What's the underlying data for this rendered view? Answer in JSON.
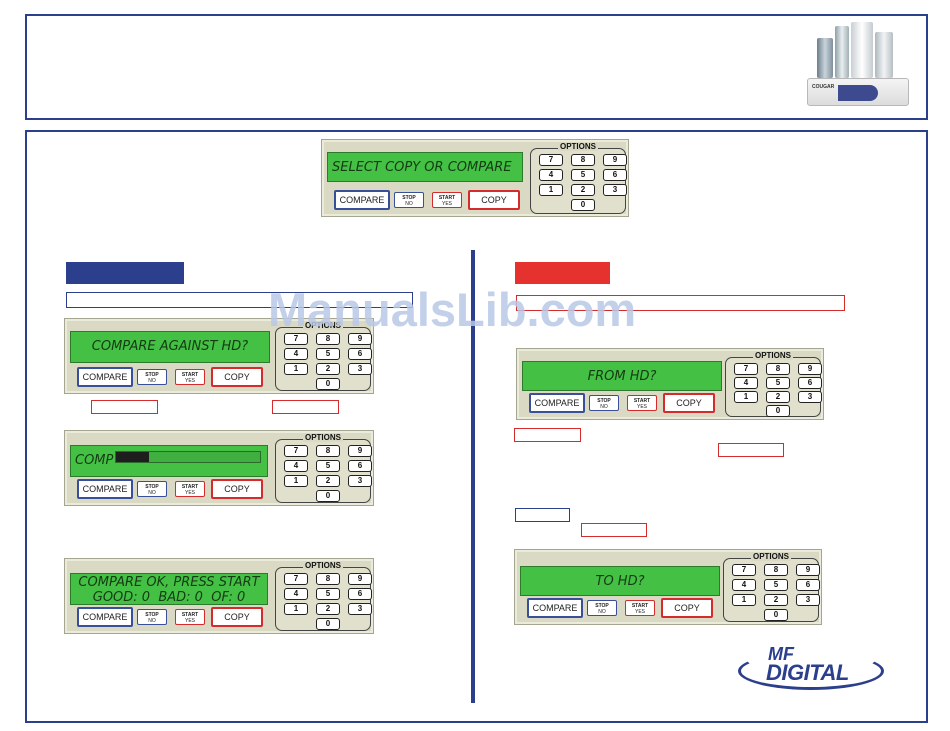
{
  "panel": {
    "compare_label": "COMPARE",
    "stop_top": "STOP",
    "stop_bottom": "NO",
    "start_top": "START",
    "start_bottom": "YES",
    "copy_label": "COPY",
    "options_label": "OPTIONS",
    "keys": [
      "7",
      "8",
      "9",
      "4",
      "5",
      "6",
      "1",
      "2",
      "3",
      "0"
    ]
  },
  "screens": {
    "main": {
      "lines": [
        "SELECT COPY OR COMPARE"
      ]
    },
    "compare_hd": {
      "lines": [
        "COMPARE AGAINST HD?"
      ]
    },
    "comp_progress": {
      "lines": [
        "COMP"
      ],
      "progress": 0.23
    },
    "compare_ok": {
      "lines": [
        "COMPARE OK, PRESS START",
        "GOOD: 0  BAD: 0  OF: 0"
      ]
    },
    "from_hd": {
      "lines": [
        "FROM HD?"
      ]
    },
    "to_hd": {
      "lines": [
        "TO HD?"
      ]
    }
  },
  "watermark": "ManualsLib.com",
  "product_label": "COUGAR",
  "logo": {
    "top": "MF",
    "bottom": "DIGITAL"
  },
  "colors": {
    "brand_blue": "#2b3f8c",
    "accent_red": "#e5322f",
    "lcd_green": "#44c044"
  }
}
